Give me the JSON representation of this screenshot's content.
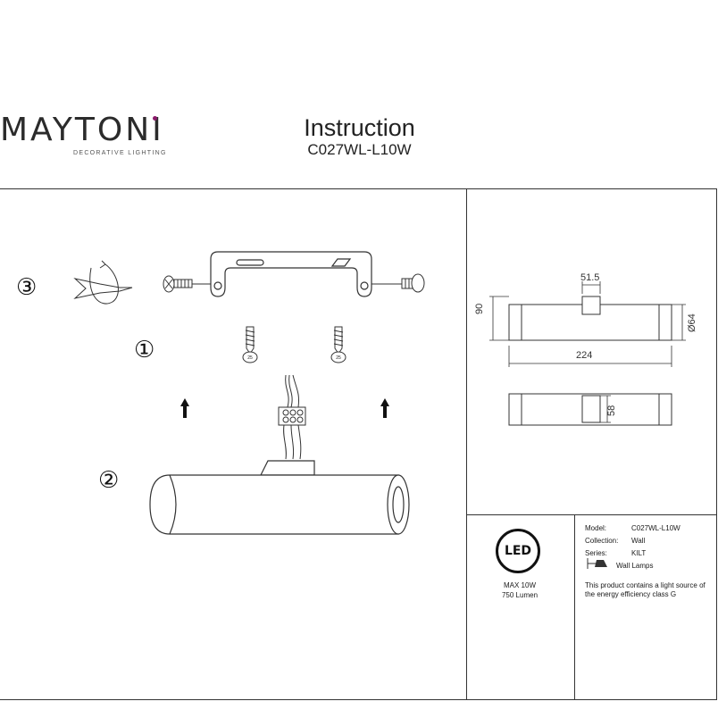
{
  "header": {
    "brand": "MAYTONI",
    "brand_tagline": "DECORATIVE LIGHTING",
    "title": "Instruction",
    "model_code": "C027WL-L10W"
  },
  "steps": {
    "one": "①",
    "two": "②",
    "three": "③"
  },
  "screw_labels": {
    "left": "25",
    "right": "25"
  },
  "dimensions": {
    "top_width": "51.5",
    "height": "90",
    "diameter": "Ø64",
    "length": "224",
    "base_height": "58"
  },
  "led_badge": {
    "text": "LED",
    "max_power": "MAX 10W",
    "lumen": "750 Lumen"
  },
  "specs": {
    "model_label": "Model:",
    "model_value": "C027WL-L10W",
    "collection_label": "Collection:",
    "collection_value": "Wall",
    "series_label": "Series:",
    "series_value": "KILT",
    "type_value": "Wall Lamps",
    "energy_note": "This product contains a light source of the energy efficiency class G"
  },
  "colors": {
    "brand_accent": "#8b1a6b",
    "line": "#333333"
  }
}
